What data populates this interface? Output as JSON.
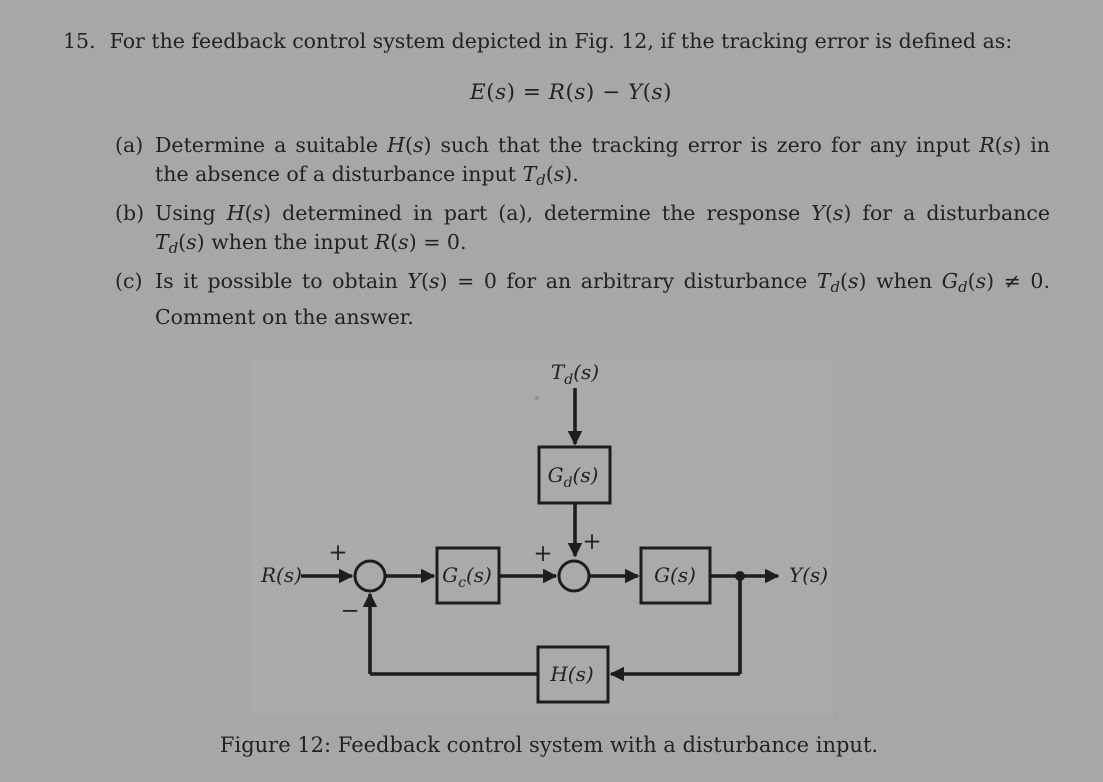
{
  "theme": {
    "page-bg": "#a7a7a7",
    "figure-bg": "#aaaaaa",
    "ink": "#222222",
    "line": "#1d1d1d"
  },
  "problem": {
    "number": "15.",
    "statement_runs": [
      {
        "t": "For the feedback control system depicted in Fig. 12, if the tracking error is defined as:"
      }
    ],
    "equation_runs": [
      {
        "t": "E",
        "it": true
      },
      {
        "t": "("
      },
      {
        "t": "s",
        "it": true
      },
      {
        "t": ") = "
      },
      {
        "t": "R",
        "it": true
      },
      {
        "t": "("
      },
      {
        "t": "s",
        "it": true
      },
      {
        "t": ") − "
      },
      {
        "t": "Y",
        "it": true
      },
      {
        "t": "("
      },
      {
        "t": "s",
        "it": true
      },
      {
        "t": ")"
      }
    ],
    "parts": [
      {
        "label": "(a)",
        "runs": [
          {
            "t": "Determine a suitable "
          },
          {
            "t": "H",
            "it": true
          },
          {
            "t": "("
          },
          {
            "t": "s",
            "it": true
          },
          {
            "t": ")"
          },
          {
            "t": " such that the tracking error is zero for any input "
          },
          {
            "t": "R",
            "it": true
          },
          {
            "t": "("
          },
          {
            "t": "s",
            "it": true
          },
          {
            "t": ")"
          },
          {
            "t": " in the absence of a disturbance input "
          },
          {
            "t": "T",
            "it": true
          },
          {
            "t": "d",
            "it": true,
            "sub": true
          },
          {
            "t": "("
          },
          {
            "t": "s",
            "it": true
          },
          {
            "t": ")."
          }
        ]
      },
      {
        "label": "(b)",
        "runs": [
          {
            "t": "Using "
          },
          {
            "t": "H",
            "it": true
          },
          {
            "t": "("
          },
          {
            "t": "s",
            "it": true
          },
          {
            "t": ")"
          },
          {
            "t": " determined in part (a), determine the response "
          },
          {
            "t": "Y",
            "it": true
          },
          {
            "t": "("
          },
          {
            "t": "s",
            "it": true
          },
          {
            "t": ")"
          },
          {
            "t": " for a disturbance "
          },
          {
            "t": "T",
            "it": true
          },
          {
            "t": "d",
            "it": true,
            "sub": true
          },
          {
            "t": "("
          },
          {
            "t": "s",
            "it": true
          },
          {
            "t": ")"
          },
          {
            "t": " when the input "
          },
          {
            "t": "R",
            "it": true
          },
          {
            "t": "("
          },
          {
            "t": "s",
            "it": true
          },
          {
            "t": ") = 0."
          }
        ]
      },
      {
        "label": "(c)",
        "runs": [
          {
            "t": "Is it possible to obtain "
          },
          {
            "t": "Y",
            "it": true
          },
          {
            "t": "("
          },
          {
            "t": "s",
            "it": true
          },
          {
            "t": ") = 0 for an arbitrary disturbance "
          },
          {
            "t": "T",
            "it": true
          },
          {
            "t": "d",
            "it": true,
            "sub": true
          },
          {
            "t": "("
          },
          {
            "t": "s",
            "it": true
          },
          {
            "t": ")"
          },
          {
            "t": " when "
          },
          {
            "t": "G",
            "it": true
          },
          {
            "t": "d",
            "it": true,
            "sub": true
          },
          {
            "t": "("
          },
          {
            "t": "s",
            "it": true
          },
          {
            "t": ") ≠ 0. Comment on the answer."
          }
        ]
      }
    ]
  },
  "figure": {
    "caption": "Figure 12: Feedback control system with a disturbance input.",
    "diagram": {
      "labels": {
        "td": {
          "main": "T",
          "sub": "d",
          "rest": "(s)"
        },
        "gd": {
          "main": "G",
          "sub": "d",
          "rest": "(s)"
        },
        "gc": {
          "main": "G",
          "sub": "c",
          "rest": "(s)"
        },
        "g": "G(s)",
        "h": "H(s)",
        "r": "R(s)",
        "y": "Y(s)"
      },
      "signs": {
        "r_plus": "+",
        "fb_minus": "−",
        "gc_plus": "+",
        "gd_plus": "+"
      }
    }
  }
}
